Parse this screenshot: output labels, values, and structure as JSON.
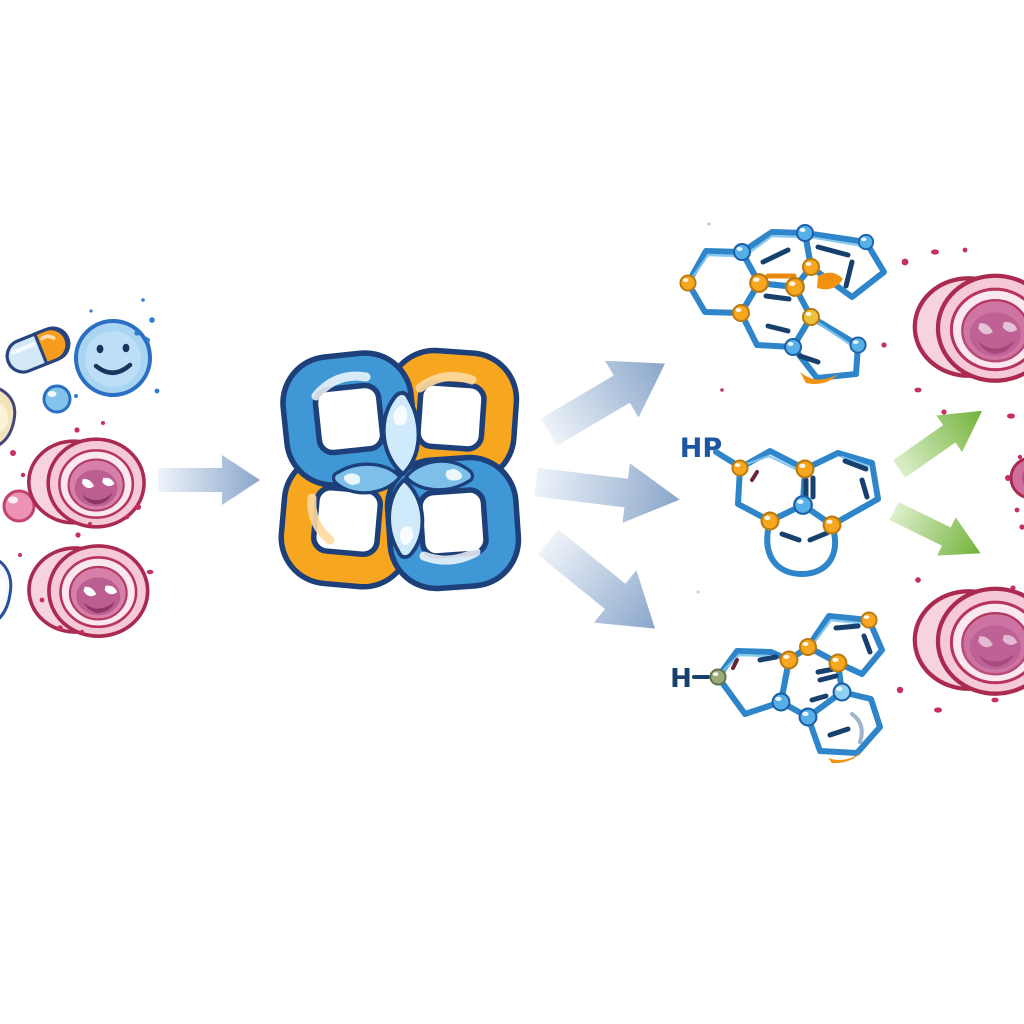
{
  "scene": {
    "background_color": "#ffffff",
    "flow_description": [
      "drug-and-cells",
      "interlocked-ring-complex",
      "candidate-molecules",
      "target-cells"
    ]
  },
  "molecules": [
    {
      "label": ""
    },
    {
      "label": "HP"
    },
    {
      "label": "H"
    }
  ],
  "colors": {
    "knot_blue": "#3f97d6",
    "knot_orange": "#f6a61f",
    "knot_outline": "#1d3f7a",
    "petal_light": "#cfeafa",
    "petal_mid": "#7cc0ea",
    "bond_blue": "#2e85c9",
    "bond_navy": "#17406f",
    "atom_orange": "#f6a61f",
    "atom_yellow": "#eac23c",
    "atom_blue": "#55b0e8",
    "atom_lightblue": "#8ed0f0",
    "atom_green": "#9aab79",
    "cell_pink_fill": "#f6c9d9",
    "cell_pink_outline": "#ab2b50",
    "cell_inner_pink": "#d67fa9",
    "smiley_blue_fill": "#a9d4f2",
    "smiley_outline": "#2a6fc4",
    "pill_body": "#d3e9f7",
    "pill_cap": "#f79c1d",
    "arrow_blue_head": "#8aa6cb",
    "arrow_blue_tail": "#eef3f9",
    "arrow_green_head": "#72b23a",
    "arrow_green_tail": "#ddefca",
    "dot_crimson": "#c62f5e",
    "dot_blue": "#2e7fd0"
  }
}
